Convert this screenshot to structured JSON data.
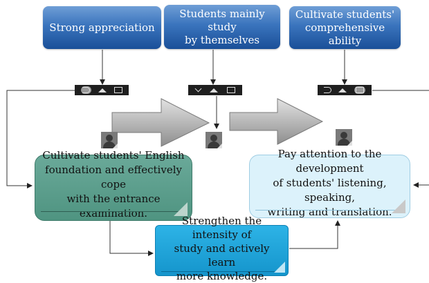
{
  "top_boxes": {
    "left": "Strong appreciation",
    "middle_line1": "Students mainly study",
    "middle_line2": "by themselves",
    "right_line1": "Cultivate students'",
    "right_line2": "comprehensive ability"
  },
  "left_box": {
    "line1": "Cultivate students' English",
    "line2": "foundation and effectively cope",
    "line3": "with the entrance examination."
  },
  "right_box": {
    "line1": "Pay attention to the development",
    "line2": "of students' listening, speaking,",
    "line3": "writing and translation."
  },
  "bottom_box": {
    "line1": "Strengthen the intensity of",
    "line2": "study and actively learn",
    "line3": "more knowledge."
  },
  "colors": {
    "teal_box": "#5fa08f",
    "light_blue_box": "#daf2fb",
    "cyan_box": "#1fa6dc",
    "top_box_blue": "#2f66b0",
    "arrow_grey": "#b5b5b5"
  },
  "icons": [
    "back-icon",
    "home-icon",
    "recent-apps-icon",
    "chevron-down-icon",
    "avatar-icon"
  ]
}
